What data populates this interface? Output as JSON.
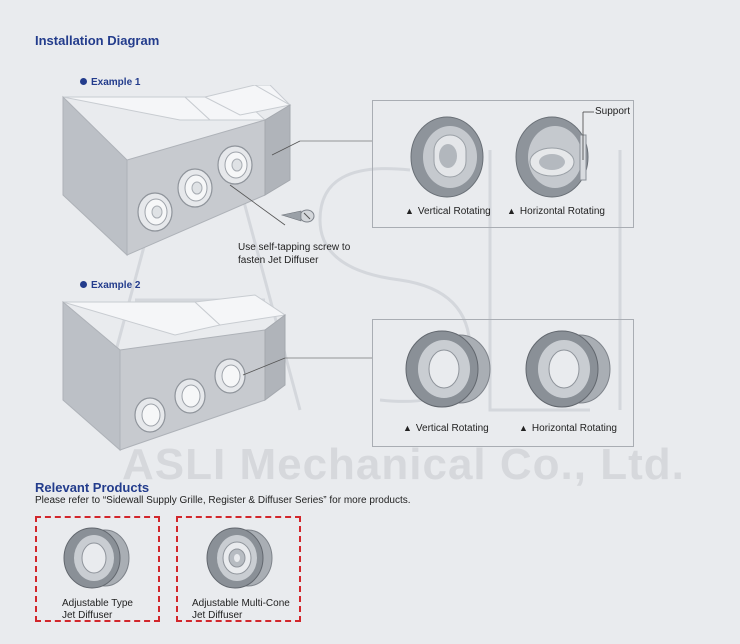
{
  "title": "Installation Diagram",
  "watermark": "ASLI Mechanical Co., Ltd.",
  "example1": {
    "label": "Example 1",
    "screw_note_line1": "Use self-tapping screw to",
    "screw_note_line2": "fasten Jet Diffuser",
    "support_label": "Support",
    "caption_left": "Vertical Rotating",
    "caption_right": "Horizontal Rotating"
  },
  "example2": {
    "label": "Example 2",
    "caption_left": "Vertical Rotating",
    "caption_right": "Horizontal Rotating"
  },
  "relevant": {
    "heading": "Relevant Products",
    "description": "Please refer to “Sidewall Supply Grille, Register & Diffuser Series” for more products.",
    "products": [
      {
        "line1": "Adjustable Type",
        "line2": "Jet Diffuser"
      },
      {
        "line1": "Adjustable Multi-Cone",
        "line2": "Jet Diffuser"
      }
    ]
  },
  "icons": [
    "bullet-dot-icon",
    "triangle-up-icon"
  ],
  "colors": {
    "heading": "#233c8c",
    "dashed_border": "#d2262b",
    "background": "#e9ebee"
  }
}
